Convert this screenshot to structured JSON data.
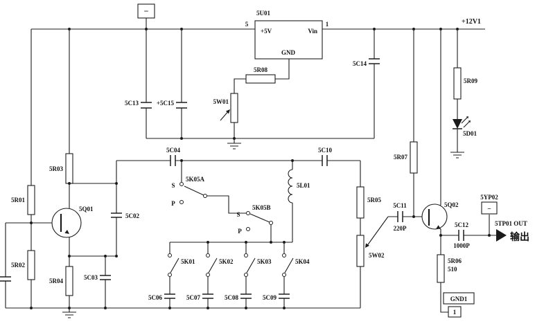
{
  "colors": {
    "ink": "#1b1b1b",
    "bg": "#ffffff"
  },
  "power": {
    "rail_label": "+12V1",
    "neg_terminal": "−"
  },
  "regulator": {
    "ref": "5U01",
    "out": "+5V",
    "in": "Vin",
    "gnd": "GND",
    "pin_left": "5",
    "pin_right": "1"
  },
  "filter": {
    "c13": "5C13",
    "c15": "+5C15",
    "c14": "5C14",
    "r8": "5R08",
    "w1": "5W01"
  },
  "led_branch": {
    "r9": "5R09",
    "d1": "5D01"
  },
  "amp": {
    "r1": "5R01",
    "r2": "5R02",
    "r3": "5R03",
    "r4": "5R04",
    "q1": "5Q01",
    "c2": "5C02",
    "c3": "5C03"
  },
  "tank": {
    "c4": "5C04",
    "c10": "5C10",
    "l1": "5L01",
    "k5a": {
      "ref": "5K05A",
      "s": "S",
      "p": "P"
    },
    "k5b": {
      "ref": "5K05B",
      "s": "S",
      "p": "P"
    },
    "band_switches": [
      "5K01",
      "5K02",
      "5K03",
      "5K04"
    ],
    "band_caps": [
      "5C06",
      "5C07",
      "5C08",
      "5C09"
    ]
  },
  "output": {
    "r7": "5R07",
    "r5": "5R05",
    "w2": "5W02",
    "q2": "5Q02",
    "c11_ref": "5C11",
    "c11_val": "220P",
    "c12_ref": "5C12",
    "c12_val": "1000P",
    "r6_ref": "5R06",
    "r6_val": "510",
    "yp2_ref": "5YP02",
    "yp2_sign": "−",
    "tp1": "5TP01 OUT",
    "label_cn": "输出",
    "gnd1_ref": "GND1",
    "gnd1_pin": "1"
  }
}
